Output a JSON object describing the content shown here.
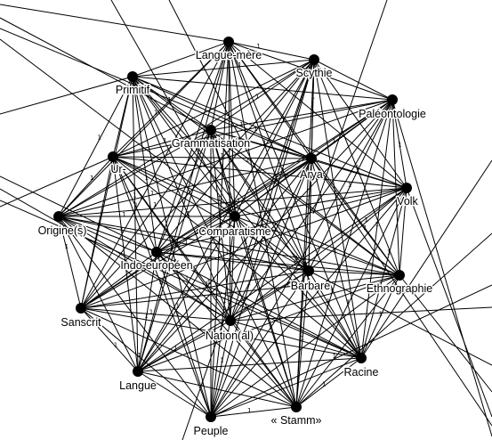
{
  "graph": {
    "edge_weight_label": "1",
    "nodes": [
      {
        "id": "langue_mere",
        "label": "Langue-mère"
      },
      {
        "id": "scythie",
        "label": "Scythie"
      },
      {
        "id": "primitif",
        "label": "Primitif"
      },
      {
        "id": "paleontologie",
        "label": "Paléontologie"
      },
      {
        "id": "grammatisation",
        "label": "Grammatisation"
      },
      {
        "id": "ur",
        "label": "Ur-"
      },
      {
        "id": "arya",
        "label": "Arya"
      },
      {
        "id": "volk",
        "label": "Volk"
      },
      {
        "id": "origines",
        "label": "Origine(s)"
      },
      {
        "id": "comparatisme",
        "label": "Comparatisme"
      },
      {
        "id": "indo_europeen",
        "label": "Indo-européen"
      },
      {
        "id": "barbare",
        "label": "Barbare"
      },
      {
        "id": "ethnographie",
        "label": "Ethnographie"
      },
      {
        "id": "sanscrit",
        "label": "Sanscrit"
      },
      {
        "id": "nation",
        "label": "Nation(al)"
      },
      {
        "id": "racine",
        "label": "Racine"
      },
      {
        "id": "langue",
        "label": "Langue"
      },
      {
        "id": "stamm",
        "label": "« Stamm»"
      },
      {
        "id": "peuple",
        "label": "Peuple"
      }
    ]
  }
}
